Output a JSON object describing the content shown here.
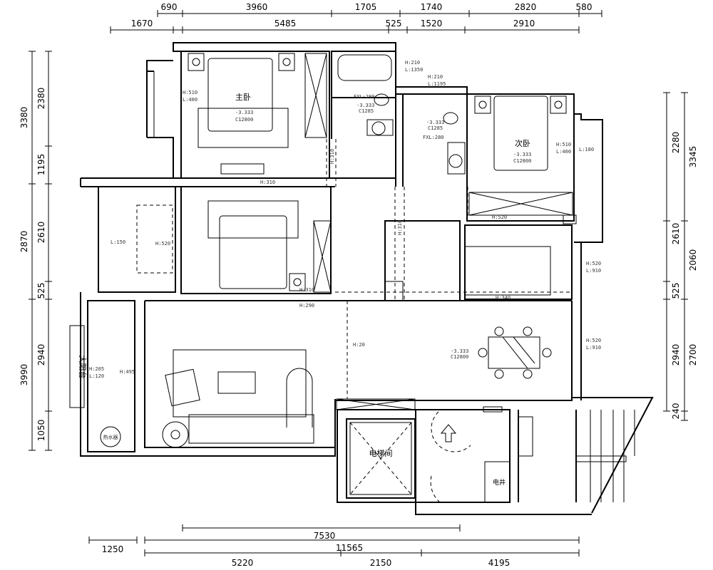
{
  "dimensions": {
    "top_row1": [
      "690",
      "3960",
      "1705",
      "1740",
      "2820",
      "580"
    ],
    "top_row2": [
      "1670",
      "5485",
      "525",
      "1520",
      "2910"
    ],
    "left_outer": [
      "3380",
      "2870",
      "3990"
    ],
    "left_inner": [
      "2380",
      "1195",
      "2610",
      "525",
      "2940",
      "1050"
    ],
    "right_inner": [
      "2280",
      "2610",
      "525",
      "2940",
      "240"
    ],
    "right_outer": [
      "3345",
      "2060",
      "2700"
    ],
    "bottom": {
      "span_top": "7530",
      "left": "1250",
      "total": "11565",
      "segments": [
        "5220",
        "2150",
        "4195"
      ]
    }
  },
  "rooms": {
    "master_bedroom": "主卧",
    "second_bedroom": "次卧",
    "elevator_hall": "电梯间",
    "electrical_shaft": "电井",
    "balcony": "大阳台",
    "water_heater": "热水器"
  },
  "annotations": {
    "master_window": [
      "H:510",
      "L:400"
    ],
    "bath_window1": [
      "H:210",
      "L:1350"
    ],
    "bath_window2": [
      "H:210",
      "L:1195"
    ],
    "bath_fxl1": "FXL:280",
    "bath_fxl2": "FXL:280",
    "level": "-3.333",
    "ceiling_bath": "C1285",
    "ceiling_room": "C12800",
    "second_window": [
      "H:510",
      "L:400"
    ],
    "second_side": "L:180",
    "beam_master": "H:310",
    "beam_corridor": "H:310",
    "beam_vertical": "H:310",
    "beam_second": "H:520",
    "beam_kitchen": "H:340",
    "beam_room3": "H:310",
    "beam_living": "H:290",
    "beam_dining": "H:20",
    "study_window": "H:520",
    "study_side": "L:150",
    "balcony_window": [
      "H:205",
      "L:120"
    ],
    "living_window": "H:495",
    "east_window1": [
      "H:520",
      "L:910"
    ],
    "east_window2": [
      "H:520",
      "L:910"
    ]
  }
}
